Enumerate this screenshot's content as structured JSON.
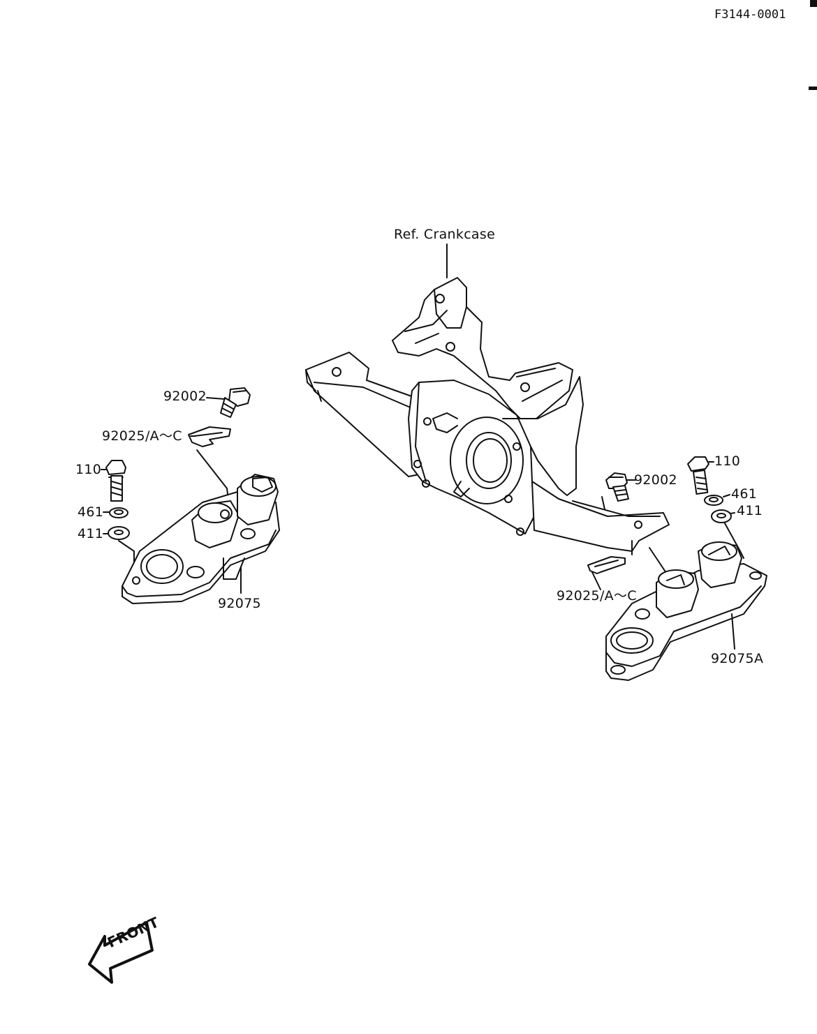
{
  "figure_code": "F3144-0001",
  "ref_label": "Ref. Crankcase",
  "front_label": "FRONT",
  "left_group": {
    "bolt_92002": "92002",
    "stopper": "92025/A～C",
    "bolt_110": "110",
    "washer_461": "461",
    "washer_411": "411",
    "mount": "92075"
  },
  "right_group": {
    "bolt_92002": "92002",
    "stopper": "92025/A～C",
    "bolt_110": "110",
    "washer_461": "461",
    "washer_411": "411",
    "mount": "92075A"
  },
  "colors": {
    "ink": "#111111",
    "paper": "#ffffff"
  }
}
